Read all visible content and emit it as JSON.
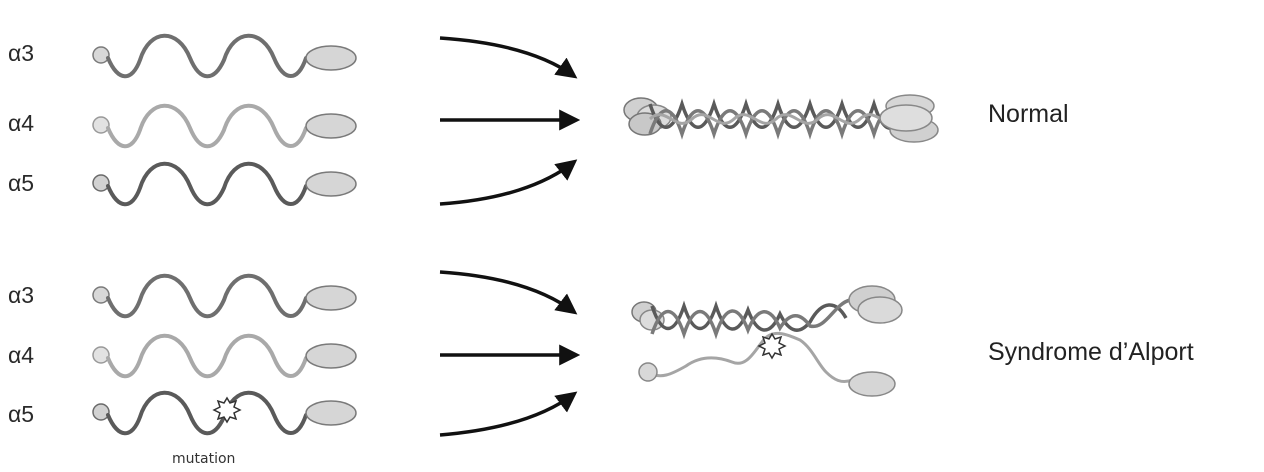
{
  "groups": [
    {
      "name": "normal",
      "chains": [
        {
          "label": "α3",
          "shade": "#6f6f6f",
          "mutation": false
        },
        {
          "label": "α4",
          "shade": "#a9a9a9",
          "mutation": false
        },
        {
          "label": "α5",
          "shade": "#5a5a5a",
          "mutation": false
        }
      ],
      "result_label": "Normal",
      "assembly": "triple-helix"
    },
    {
      "name": "alport",
      "chains": [
        {
          "label": "α3",
          "shade": "#6f6f6f",
          "mutation": false
        },
        {
          "label": "α4",
          "shade": "#a9a9a9",
          "mutation": false
        },
        {
          "label": "α5",
          "shade": "#5a5a5a",
          "mutation": true
        }
      ],
      "result_label": "Syndrome d’Alport",
      "assembly": "disrupted-helix"
    }
  ],
  "mutation_label": "mutation",
  "icons": {
    "arrow": "arrow-icon",
    "globular_domain": "ellipse-icon",
    "mutation": "starburst-icon"
  },
  "colors": {
    "arrow": "#111111",
    "domain_fill": "#d6d6d6",
    "domain_stroke": "#7a7a7a",
    "text": "#222222"
  }
}
